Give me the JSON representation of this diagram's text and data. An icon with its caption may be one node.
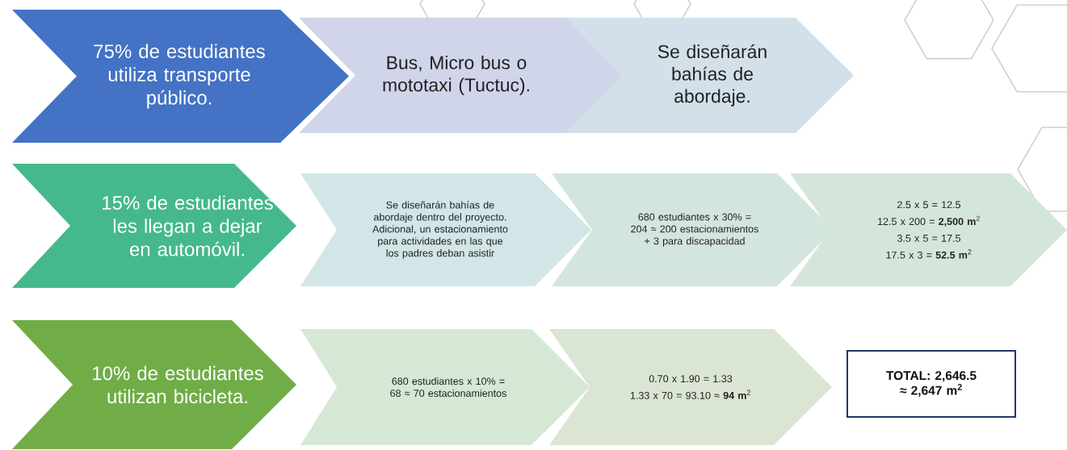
{
  "diagram": {
    "nodes": [
      {
        "text": [
          "75% de estudiantes utiliza transporte público."
        ]
      },
      {
        "text": [
          "Bus, Micro bus o mototaxi (Tuctuc)."
        ]
      },
      {
        "text": [
          "Se diseñarán bahías de abordaje."
        ]
      },
      {
        "text": [
          "15% de estudiantes les llegan a dejar en automóvil."
        ]
      },
      {
        "text": [
          "Se diseñarán bahías de abordaje dentro del proyecto. Adicional, un estacionamiento para actividades en las que los padres deban asistir"
        ]
      },
      {
        "text": [
          "680 estudiantes x 30% = 204 ≈ 200 estacionamientos + 3 para discapacidad"
        ]
      },
      {
        "text": [
          "2.5 x 5 = 12.5",
          "12.5 x 200 = **2,500 m**$^{2}$",
          "3.5 x 5 = 17.5",
          "17.5 x 3 = **52.5 m**$^{2}$"
        ]
      },
      {
        "text": [
          "10% de estudiantes utilizan bicicleta."
        ]
      },
      {
        "text": [
          "680 estudiantes x 10% = 68 ≈ 70 estacionamientos"
        ]
      },
      {
        "text": [
          "0.70 x 1.90 = 1.33",
          "1.33 x 70 = 93.10 ≈ **94 m**$^{2}$"
        ]
      },
      {
        "text": [
          "TOTAL: 2,646.5 ≈ 2,647 m$^{2}$"
        ]
      }
    ]
  }
}
